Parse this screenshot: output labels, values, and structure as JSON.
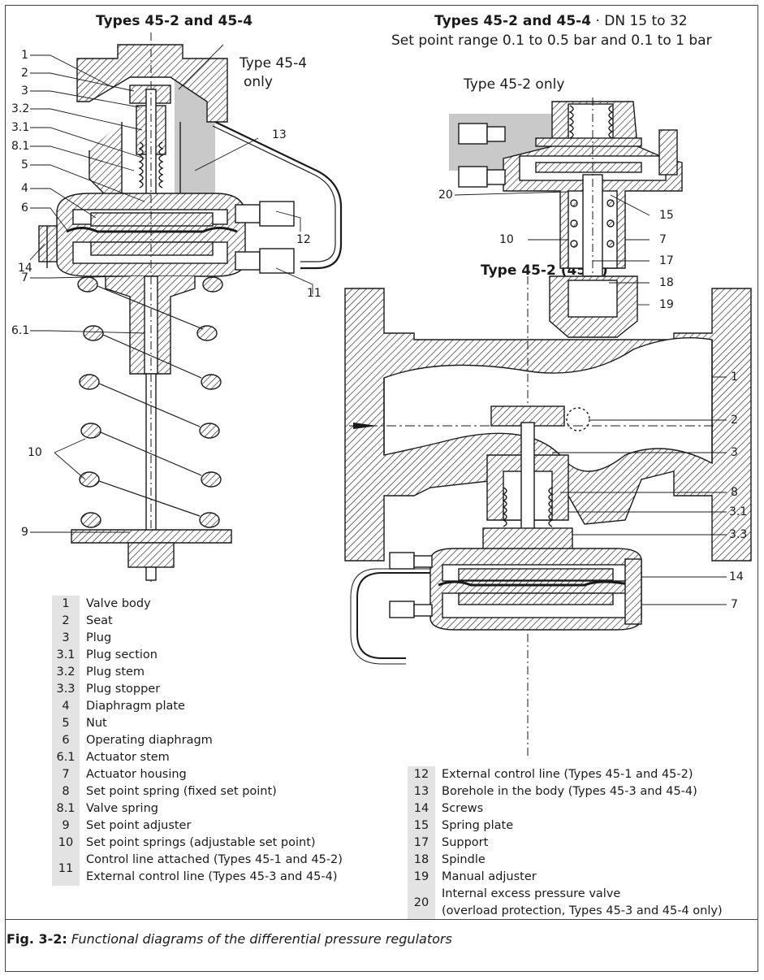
{
  "titles": {
    "left": "Types 45-2 and 45-4",
    "right_top_bold": "Types 45-2 and 45-4",
    "right_top_rest": " · DN 15 to 32",
    "right_top_line2": "Set point range 0.1 to 0.5 bar and 0.1 to 1 bar",
    "right_bottom": "Type 45-2 (45-4)"
  },
  "annotations": {
    "type_45_4_only_line1": "Type 45-4",
    "type_45_4_only_line2": "only",
    "type_45_2_only": "Type 45-2 only"
  },
  "callouts": {
    "left": [
      "1",
      "2",
      "3",
      "3.2",
      "3.1",
      "8.1",
      "5",
      "4",
      "6",
      "14",
      "7",
      "6.1",
      "10",
      "9",
      "13",
      "12",
      "11"
    ],
    "top_right": [
      "20",
      "10",
      "15",
      "7",
      "17",
      "18",
      "19"
    ],
    "bottom_right": [
      "1",
      "2",
      "3",
      "8",
      "3.1",
      "3.3",
      "14",
      "7"
    ]
  },
  "legend_left": [
    {
      "num": "1",
      "lines": [
        "Valve body"
      ]
    },
    {
      "num": "2",
      "lines": [
        "Seat"
      ]
    },
    {
      "num": "3",
      "lines": [
        "Plug"
      ]
    },
    {
      "num": "3.1",
      "lines": [
        "Plug section"
      ]
    },
    {
      "num": "3.2",
      "lines": [
        "Plug stem"
      ]
    },
    {
      "num": "3.3",
      "lines": [
        "Plug stopper"
      ]
    },
    {
      "num": "4",
      "lines": [
        "Diaphragm plate"
      ]
    },
    {
      "num": "5",
      "lines": [
        "Nut"
      ]
    },
    {
      "num": "6",
      "lines": [
        "Operating diaphragm"
      ]
    },
    {
      "num": "6.1",
      "lines": [
        "Actuator stem"
      ]
    },
    {
      "num": "7",
      "lines": [
        "Actuator housing"
      ]
    },
    {
      "num": "8",
      "lines": [
        "Set point spring (fixed set point)"
      ]
    },
    {
      "num": "8.1",
      "lines": [
        "Valve spring"
      ]
    },
    {
      "num": "9",
      "lines": [
        "Set point adjuster"
      ]
    },
    {
      "num": "10",
      "lines": [
        "Set point springs (adjustable set point)"
      ]
    },
    {
      "num": "11",
      "lines": [
        "Control line attached (Types 45-1 and 45-2)",
        "External control line (Types 45-3 and 45-4)"
      ]
    }
  ],
  "legend_right": [
    {
      "num": "12",
      "lines": [
        "External control line (Types 45-1 and 45-2)"
      ]
    },
    {
      "num": "13",
      "lines": [
        "Borehole in the body (Types 45-3 and 45-4)"
      ]
    },
    {
      "num": "14",
      "lines": [
        "Screws"
      ]
    },
    {
      "num": "15",
      "lines": [
        "Spring plate"
      ]
    },
    {
      "num": "17",
      "lines": [
        "Support"
      ]
    },
    {
      "num": "18",
      "lines": [
        "Spindle"
      ]
    },
    {
      "num": "19",
      "lines": [
        "Manual adjuster"
      ]
    },
    {
      "num": "20",
      "lines": [
        "Internal excess pressure valve",
        "(overload protection, Types 45-3 and 45-4 only)"
      ]
    }
  ],
  "caption": {
    "label": "Fig. 3-2:",
    "text": "Functional diagrams of the differential pressure regulators"
  }
}
